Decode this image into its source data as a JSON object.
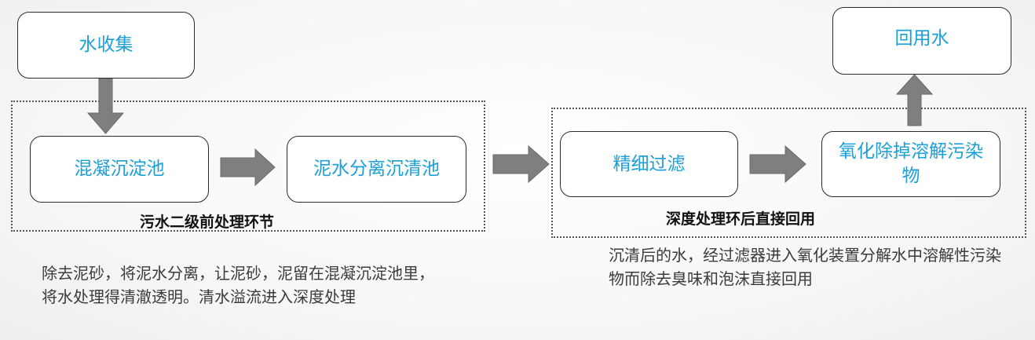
{
  "boxes": {
    "collect": "水收集",
    "coagulation": "混凝沉淀池",
    "separation": "泥水分离沉清池",
    "filter": "精细过滤",
    "oxidation": "氧化除掉溶解污染物",
    "reuse": "回用水"
  },
  "groups": {
    "pretreatment": "污水二级前处理环节",
    "deep_treatment": "深度处理环后直接回用"
  },
  "notes": {
    "left": "除去泥砂，将泥水分离，让泥砂，泥留在混凝沉淀池里，将水处理得清澈透明。清水溢流进入深度处理",
    "right": "沉清后的水，经过滤器进入氧化装置分解水中溶解性污染物而除去臭味和泡沫直接回用"
  },
  "colors": {
    "box_text": "#1c9fd8",
    "arrow_fill": "#7f7f7f"
  }
}
